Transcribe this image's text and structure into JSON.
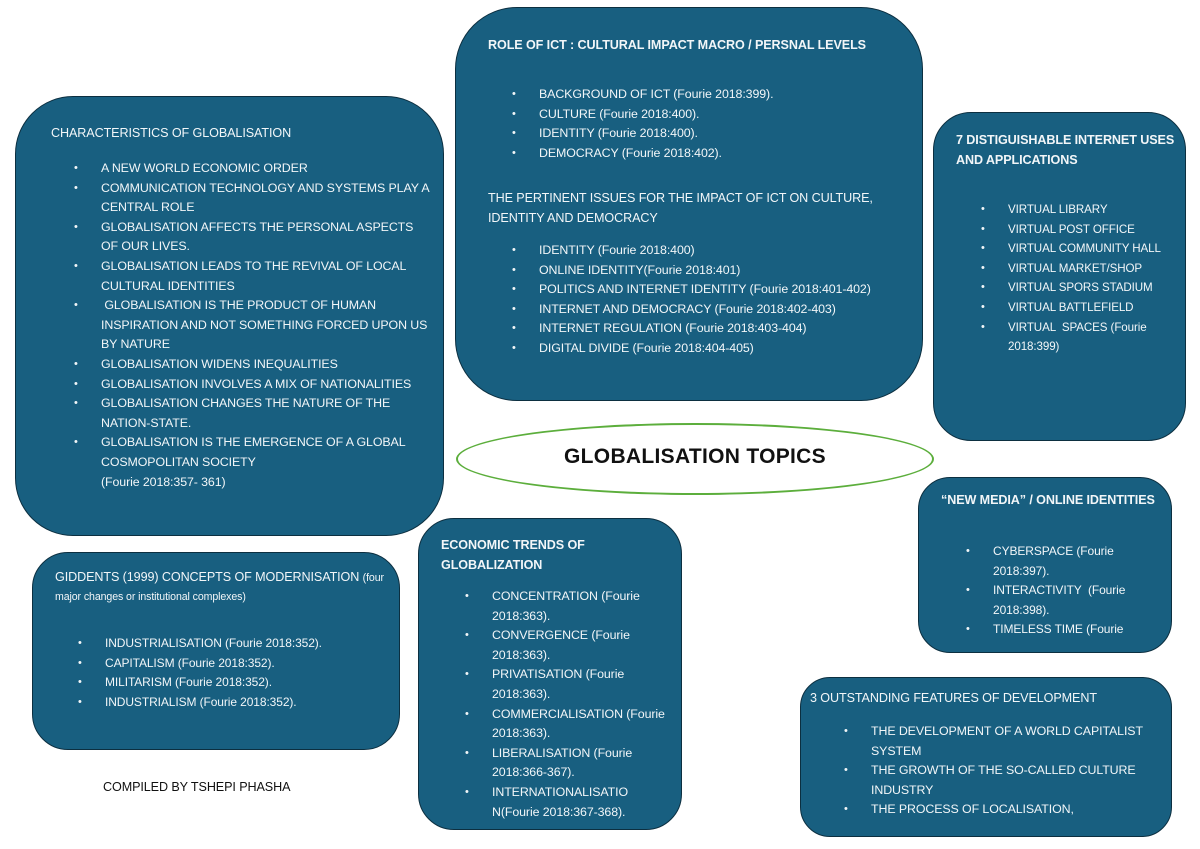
{
  "center": {
    "title": "GLOBALISATION TOPICS",
    "ellipse_border_color": "#5cae3c"
  },
  "colors": {
    "box_fill": "#185f80",
    "box_border": "#0c2f40",
    "box_text": "#f2f6f8",
    "page_text": "#111111"
  },
  "characteristics": {
    "title": "CHARACTERISTICS OF GLOBALISATION",
    "items": [
      "A NEW WORLD ECONOMIC ORDER",
      "COMMUNICATION TECHNOLOGY AND SYSTEMS PLAY A CENTRAL ROLE",
      "GLOBALISATION AFFECTS THE PERSONAL ASPECTS OF OUR LIVES.",
      "GLOBALISATION LEADS TO THE REVIVAL OF LOCAL CULTURAL IDENTITIES",
      " GLOBALISATION IS THE PRODUCT OF HUMAN INSPIRATION AND NOT SOMETHING FORCED UPON US BY NATURE",
      "GLOBALISATION WIDENS INEQUALITIES",
      "GLOBALISATION INVOLVES A MIX OF NATIONALITIES",
      "GLOBALISATION CHANGES THE NATURE OF THE NATION-STATE.",
      "GLOBALISATION IS THE EMERGENCE OF A GLOBAL COSMOPOLITAN SOCIETY"
    ],
    "citation": "(Fourie 2018:357- 361)"
  },
  "ict": {
    "title": "ROLE OF ICT : CULTURAL IMPACT MACRO / PERSNAL LEVELS",
    "items": [
      "BACKGROUND OF ICT (Fourie 2018:399).",
      "CULTURE (Fourie 2018:400).",
      "IDENTITY (Fourie 2018:400).",
      "DEMOCRACY (Fourie 2018:402)."
    ],
    "subtitle": "THE PERTINENT ISSUES FOR THE IMPACT OF ICT ON CULTURE, IDENTITY AND DEMOCRACY",
    "issues": [
      "IDENTITY (Fourie 2018:400)",
      "ONLINE IDENTITY(Fourie 2018:401)",
      "POLITICS AND INTERNET IDENTITY (Fourie 2018:401-402)",
      "INTERNET AND DEMOCRACY (Fourie 2018:402-403)",
      "INTERNET REGULATION (Fourie 2018:403-404)",
      "DIGITAL DIVIDE (Fourie 2018:404-405)"
    ]
  },
  "internet_uses": {
    "title": "7 DISTIGUISHABLE INTERNET USES AND APPLICATIONS",
    "items": [
      "VIRTUAL LIBRARY",
      "VIRTUAL POST OFFICE",
      "VIRTUAL COMMUNITY HALL",
      "VIRTUAL MARKET/SHOP",
      "VIRTUAL SPORS STADIUM",
      "VIRTUAL BATTLEFIELD",
      "VIRTUAL  SPACES (Fourie 2018:399)"
    ]
  },
  "new_media": {
    "title": "“NEW MEDIA” / ONLINE IDENTITIES",
    "items": [
      "CYBERSPACE (Fourie 2018:397).",
      "INTERACTIVITY  (Fourie 2018:398).",
      "TIMELESS TIME (Fourie"
    ]
  },
  "giddens": {
    "title": "GIDDENTS (1999) CONCEPTS OF MODERNISATION",
    "title_note": "(four major changes or institutional complexes)",
    "items": [
      "INDUSTRIALISATION (Fourie 2018:352).",
      "CAPITALISM (Fourie 2018:352).",
      "MILITARISM (Fourie 2018:352).",
      "INDUSTRIALISM (Fourie 2018:352)."
    ]
  },
  "economic": {
    "title": "ECONOMIC TRENDS OF GLOBALIZATION",
    "items": [
      "CONCENTRATION (Fourie 2018:363).",
      "CONVERGENCE (Fourie 2018:363).",
      "PRIVATISATION (Fourie 2018:363).",
      "COMMERCIALISATION (Fourie 2018:363).",
      "LIBERALISATION (Fourie 2018:366-367).",
      "INTERNATIONALISATIO N(Fourie 2018:367-368)."
    ]
  },
  "outstanding": {
    "title": "3 OUTSTANDING FEATURES OF DEVELOPMENT",
    "items": [
      "THE DEVELOPMENT OF A WORLD CAPITALIST SYSTEM",
      "THE GROWTH OF THE SO-CALLED CULTURE INDUSTRY",
      "THE PROCESS OF LOCALISATION,"
    ]
  },
  "footer": {
    "compiled_by": "COMPILED BY TSHEPI PHASHA"
  },
  "bullet_glyph": "•"
}
